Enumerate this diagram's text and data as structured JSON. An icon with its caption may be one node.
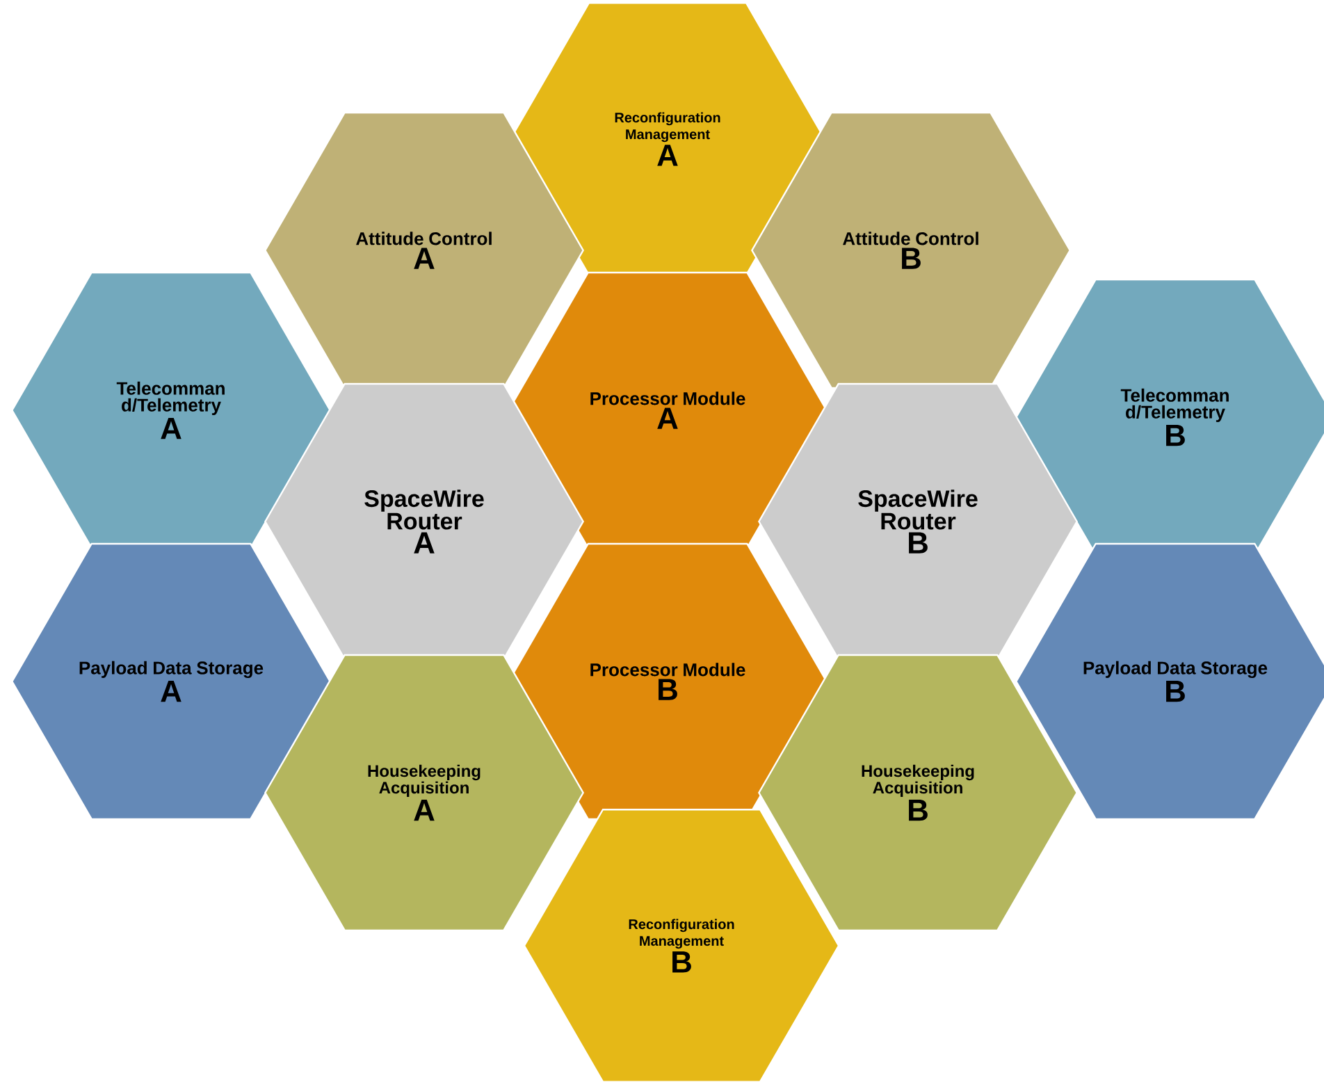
{
  "diagram": {
    "nodes": [
      {
        "text": [
          "Reconfiguration Management",
          "A"
        ]
      },
      {
        "text": [
          "Attitude Control",
          "A"
        ]
      },
      {
        "text": [
          "Attitude Control",
          "B"
        ]
      },
      {
        "text": [
          "Telecomman d/Telemetry",
          "A"
        ]
      },
      {
        "text": [
          "Processor Module",
          "A"
        ]
      },
      {
        "text": [
          "Telecomman d/Telemetry",
          "B"
        ]
      },
      {
        "text": [
          "SpaceWire Router",
          "A"
        ]
      },
      {
        "text": [
          "SpaceWire Router",
          "B"
        ]
      },
      {
        "text": [
          "Payload Data Storage",
          "A"
        ]
      },
      {
        "text": [
          "Processor Module",
          "B"
        ]
      },
      {
        "text": [
          "Payload Data Storage",
          "B"
        ]
      },
      {
        "text": [
          "Housekeeping Acquisition",
          "A"
        ]
      },
      {
        "text": [
          "Housekeeping Acquisition",
          "B"
        ]
      },
      {
        "text": [
          "Reconfiguration Management",
          "B"
        ]
      }
    ]
  }
}
